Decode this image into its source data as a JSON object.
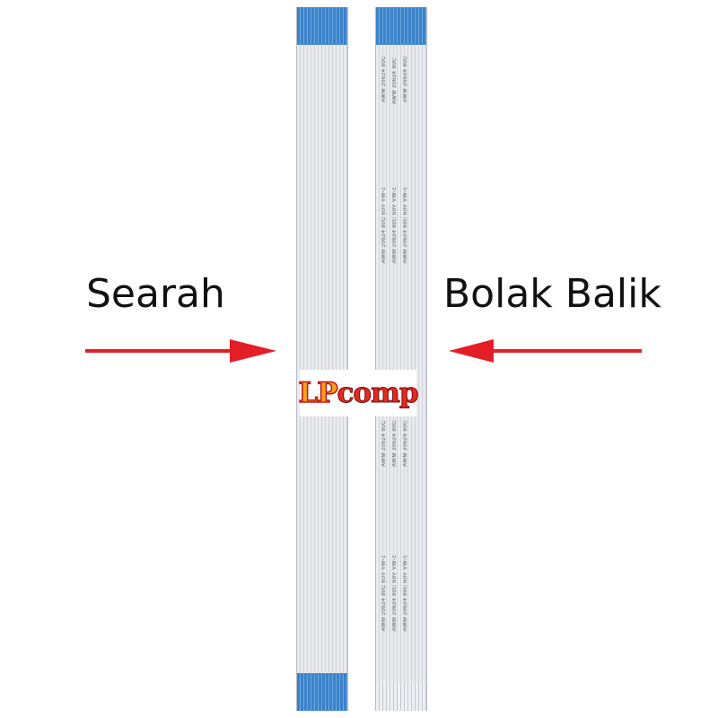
{
  "labels": {
    "left": "Searah",
    "right": "Bolak Balik"
  },
  "logo": {
    "part1": "LP",
    "part2": "comp"
  },
  "cable_print": {
    "line_a": "AWM 20624 80C",
    "line_b": "AWM 20624 80C 60V VW-1"
  },
  "colors": {
    "arrow": "#e41e26",
    "connector_tab": "#3b82c9",
    "cable": "#e4e6ea"
  }
}
